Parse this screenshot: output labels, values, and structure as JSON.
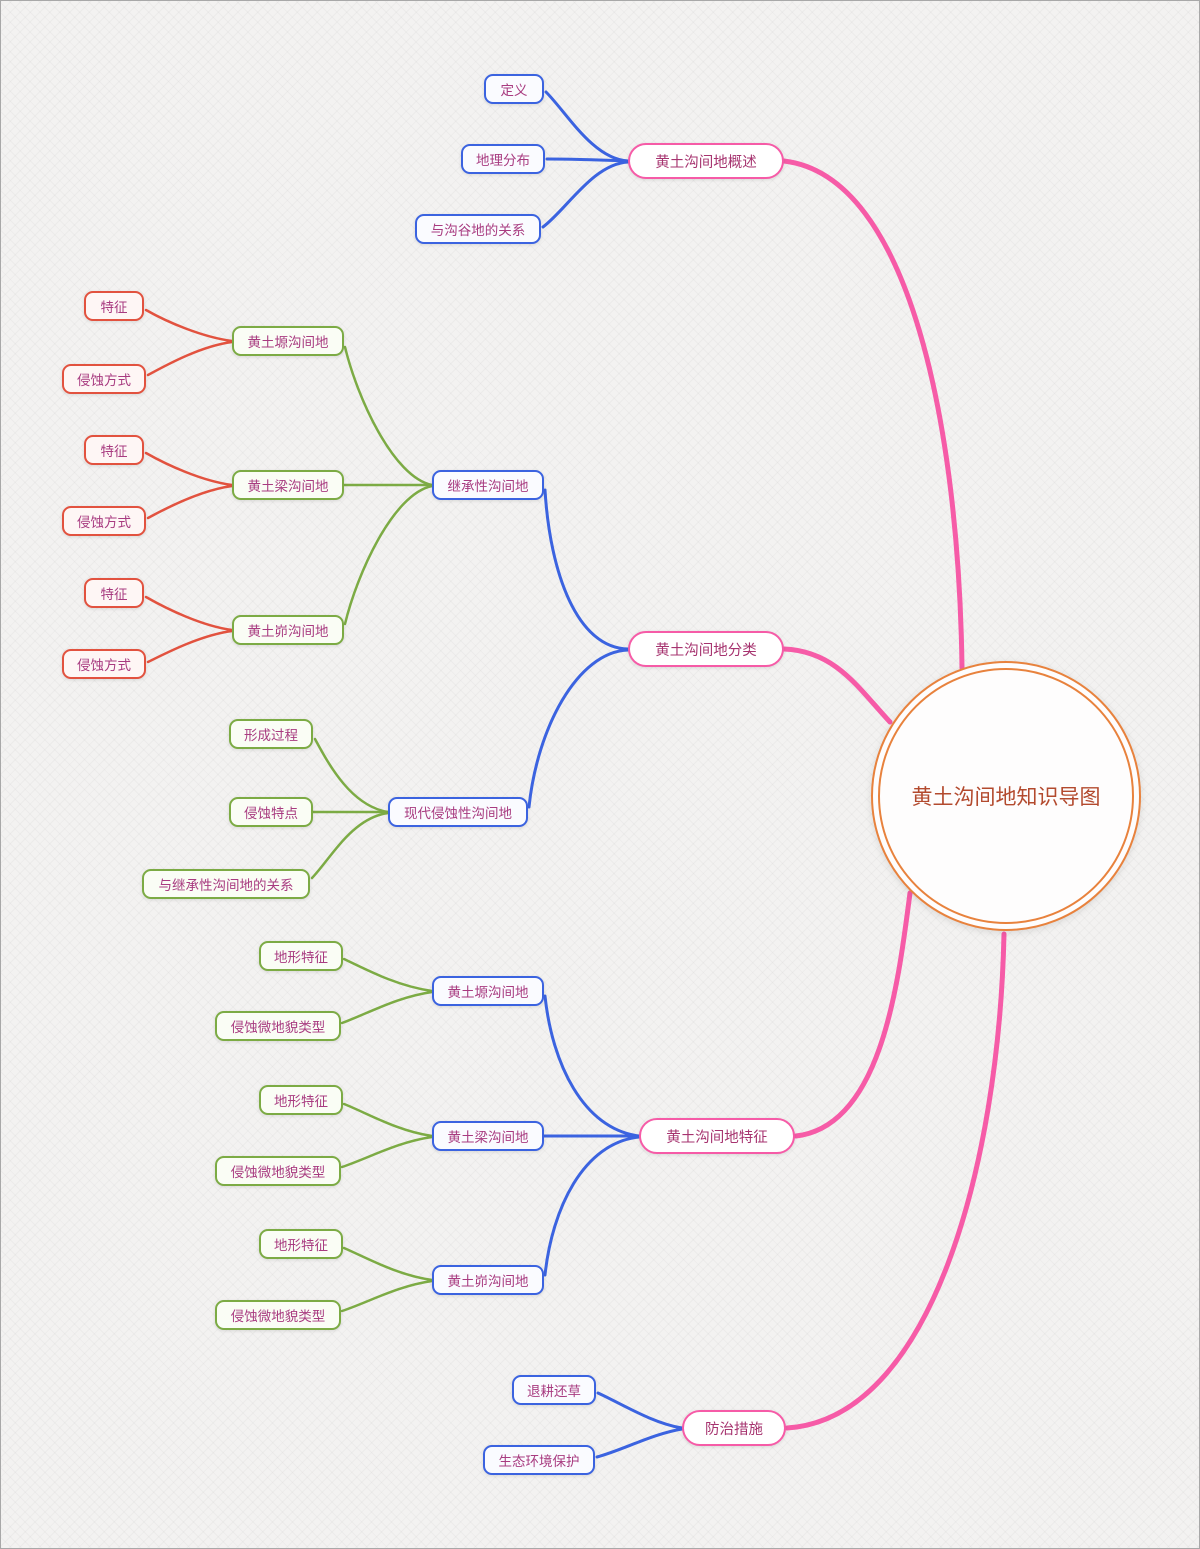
{
  "mindmap": {
    "center": {
      "label": "黄土沟间地知识导图"
    },
    "branches": [
      {
        "label": "黄土沟间地概述",
        "children": [
          {
            "label": "定义"
          },
          {
            "label": "地理分布"
          },
          {
            "label": "与沟谷地的关系"
          }
        ]
      },
      {
        "label": "黄土沟间地分类",
        "children": [
          {
            "label": "继承性沟间地",
            "children": [
              {
                "label": "黄土塬沟间地",
                "children": [
                  {
                    "label": "特征"
                  },
                  {
                    "label": "侵蚀方式"
                  }
                ]
              },
              {
                "label": "黄土梁沟间地",
                "children": [
                  {
                    "label": "特征"
                  },
                  {
                    "label": "侵蚀方式"
                  }
                ]
              },
              {
                "label": "黄土峁沟间地",
                "children": [
                  {
                    "label": "特征"
                  },
                  {
                    "label": "侵蚀方式"
                  }
                ]
              }
            ]
          },
          {
            "label": "现代侵蚀性沟间地",
            "children": [
              {
                "label": "形成过程"
              },
              {
                "label": "侵蚀特点"
              },
              {
                "label": "与继承性沟间地的关系"
              }
            ]
          }
        ]
      },
      {
        "label": "黄土沟间地特征",
        "children": [
          {
            "label": "黄土塬沟间地",
            "children": [
              {
                "label": "地形特征"
              },
              {
                "label": "侵蚀微地貌类型"
              }
            ]
          },
          {
            "label": "黄土梁沟间地",
            "children": [
              {
                "label": "地形特征"
              },
              {
                "label": "侵蚀微地貌类型"
              }
            ]
          },
          {
            "label": "黄土峁沟间地",
            "children": [
              {
                "label": "地形特征"
              },
              {
                "label": "侵蚀微地貌类型"
              }
            ]
          }
        ]
      },
      {
        "label": "防治措施",
        "children": [
          {
            "label": "退耕还草"
          },
          {
            "label": "生态环境保护"
          }
        ]
      }
    ],
    "colors": {
      "pink": "#f65ba7",
      "blue": "#3b63e0",
      "green": "#7cab44",
      "red": "#e2523f",
      "orange": "#e8823d",
      "node_text": "#a83b80",
      "center_text": "#b34a2e"
    }
  }
}
